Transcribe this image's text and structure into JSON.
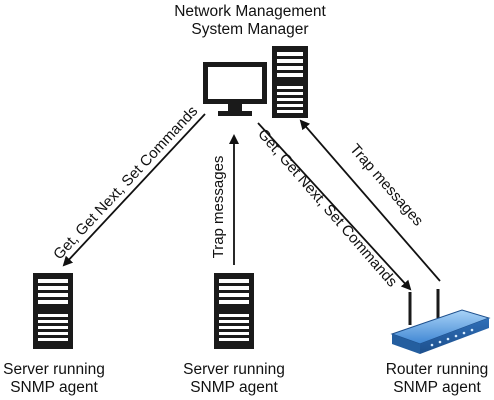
{
  "nodes": {
    "manager": {
      "line1": "Network Management",
      "line2": "System Manager"
    },
    "server_left": {
      "line1": "Server running",
      "line2": "SNMP agent"
    },
    "server_middle": {
      "line1": "Server running",
      "line2": "SNMP agent"
    },
    "router": {
      "line1": "Router running",
      "line2": "SNMP agent"
    }
  },
  "arrows": {
    "manager_to_server_left": "Get, Get Next, Set Commands",
    "server_middle_to_manager": "Trap messages",
    "manager_to_router": "Get, Get Next, Set Commands",
    "router_to_manager": "Trap messages"
  },
  "colors": {
    "line": "#111111",
    "router_blue": "#4a90d9"
  },
  "icons": [
    "desktop-computer-icon",
    "tower-server-icon",
    "wireless-router-icon"
  ]
}
